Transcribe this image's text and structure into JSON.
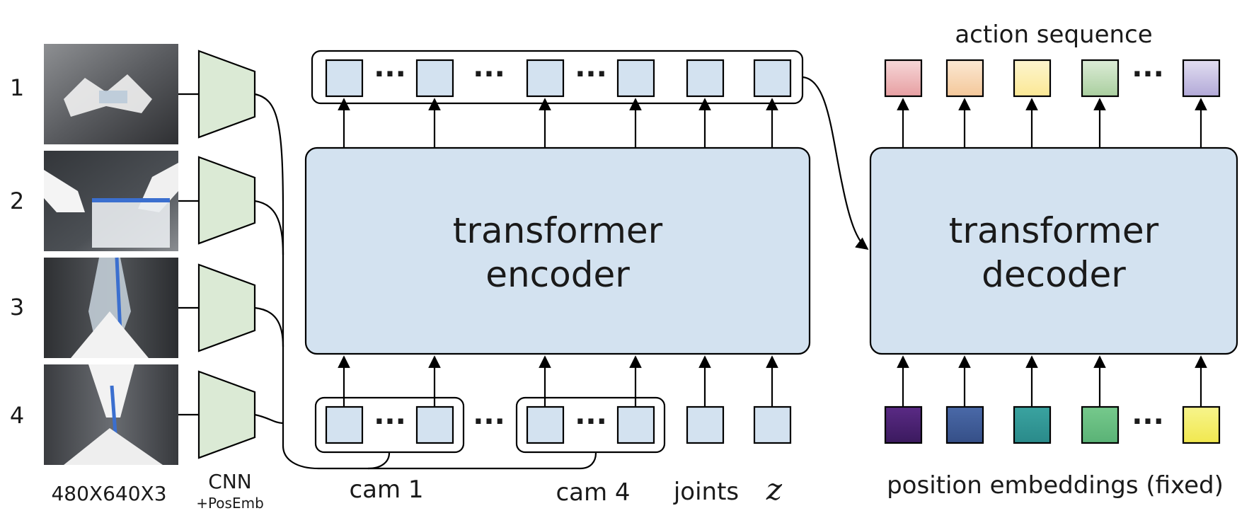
{
  "row_labels": [
    "1",
    "2",
    "3",
    "4"
  ],
  "input_size_label": "480X640X3",
  "cnn_label": "CNN",
  "posemb_label": "+PosEmb",
  "encoder_label_line1": "transformer",
  "encoder_label_line2": "encoder",
  "decoder_label_line1": "transformer",
  "decoder_label_line2": "decoder",
  "action_sequence_label": "action sequence",
  "position_embeddings_label": "position embeddings (fixed)",
  "cam1_label": "cam 1",
  "cam4_label": "cam 4",
  "joints_label": "joints",
  "z_label": "z",
  "ellipsis": "···",
  "camera_images": [
    "camera-view-1",
    "camera-view-2",
    "camera-view-3",
    "camera-view-4"
  ],
  "action_colors": [
    "#e79fa2",
    "#f4c89a",
    "#fbe895",
    "#aacf9f",
    "#b2a9d8"
  ],
  "action_colors_light": [
    "#f6d7d8",
    "#fbe8d3",
    "#fdf5cf",
    "#ddecd7",
    "#e2def1"
  ],
  "embedding_colors": [
    "#3b1a5e",
    "#354f87",
    "#2a8a8a",
    "#5ab276",
    "#f1e84f"
  ],
  "embedding_colors_light": [
    "#5a2a85",
    "#4a69a8",
    "#3aa3a0",
    "#76c98c",
    "#f7f48c"
  ],
  "colors": {
    "token_fill": "#d3e2f0",
    "transformer_fill": "#d3e2f0",
    "cnn_fill": "#dbead5"
  }
}
